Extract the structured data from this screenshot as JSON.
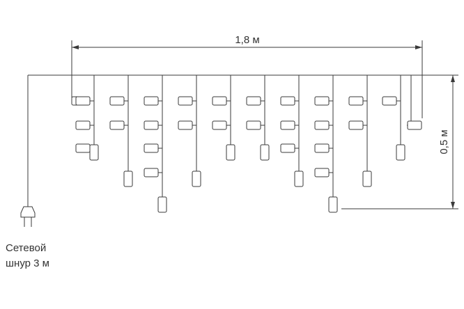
{
  "dimensions": {
    "width_label": "1,8 м",
    "height_label": "0,5 м"
  },
  "power_cord": {
    "line1": "Сетевой",
    "line2": "шнур 3 м",
    "icon": "plug-icon"
  },
  "garland": {
    "strand_count": 11,
    "bulb_icon": "bulb-icon"
  },
  "colors": {
    "line": "#3a3a3a",
    "text": "#333333",
    "background": "#ffffff"
  }
}
